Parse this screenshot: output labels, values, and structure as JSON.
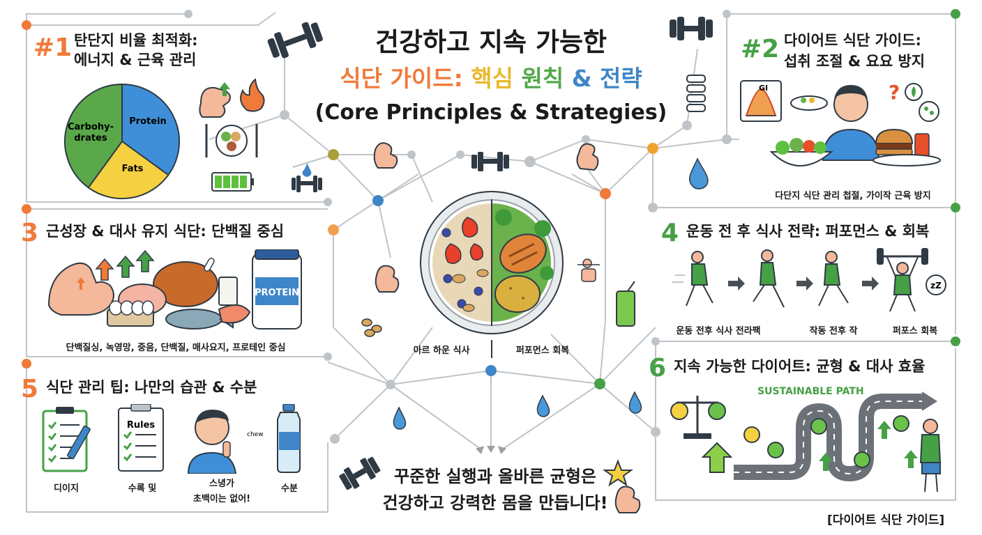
{
  "title": {
    "line1": "건강하고 지속 가능한",
    "line2_parts": [
      {
        "text": "식단 가이드:",
        "color": "#f07a3a"
      },
      {
        "text": " 핵심",
        "color": "#e8b830"
      },
      {
        "text": " 원칙",
        "color": "#52a84a"
      },
      {
        "text": " &",
        "color": "#3f86c8"
      },
      {
        "text": " 전략",
        "color": "#3f86c8"
      }
    ],
    "line3": "(Core Principles & Strategies)"
  },
  "colors": {
    "orange": "#f07a3a",
    "green": "#46a046",
    "blue": "#3f86c8",
    "yellow": "#f5d142",
    "line": "#b9bec4"
  },
  "sections": {
    "s1": {
      "num": "#1",
      "line1": "탄단지 비율 최적화:",
      "line2": "에너지 & 근육 관리",
      "pie": [
        {
          "label": "Carbohy-\ndrates",
          "value": 40,
          "color": "#5aa84a"
        },
        {
          "label": "Protein",
          "value": 35,
          "color": "#3f8fd8"
        },
        {
          "label": "Fats",
          "value": 25,
          "color": "#f5d142"
        }
      ]
    },
    "s2": {
      "num": "#2",
      "line1": "다이어트 식단 가이드:",
      "line2": "섭취 조절 & 요요 방지",
      "caption": "다단지 식단 관리 첩절, 가이작 근육 방지",
      "gi_label": "GI"
    },
    "s3": {
      "num": "3",
      "line1": "근성장 & 대사 유지 식단: 단백질 중심",
      "caption": "단백질싱, 녹영망, 중음, 단백질, 매사요지, 프로테인 중심",
      "jar_label": "PROTEIN"
    },
    "s4": {
      "num": "4",
      "line1": "운동 전 후 식사 전략: 퍼포먼스 & 회복",
      "captions": [
        "운동 전후 식사 전라팩",
        "작동 전후 작",
        "퍼포스 회복"
      ],
      "zz": "zZ"
    },
    "s5": {
      "num": "5",
      "line1": "식단 관리 팁: 나만의 습관 & 수분",
      "items": [
        "디이지",
        "수록 및",
        "스녕가\n초백이는 없어!",
        "수분"
      ],
      "rules": "Rules",
      "chew": "chew"
    },
    "s6": {
      "num": "6",
      "line1": "지속 가능한 다이어트: 균형 & 대사 효율",
      "path_label": "SUSTAINABLE PATH"
    }
  },
  "center": {
    "left_caption": "아르 하운 식사",
    "right_caption": "퍼포먼스 회복"
  },
  "bottom": {
    "line1": "꾸준한 실행과 올바른 균형은",
    "line2": "건강하고 강력한 몸을 만듭니다!"
  },
  "footer": "[다이어트 식단 가이드]"
}
